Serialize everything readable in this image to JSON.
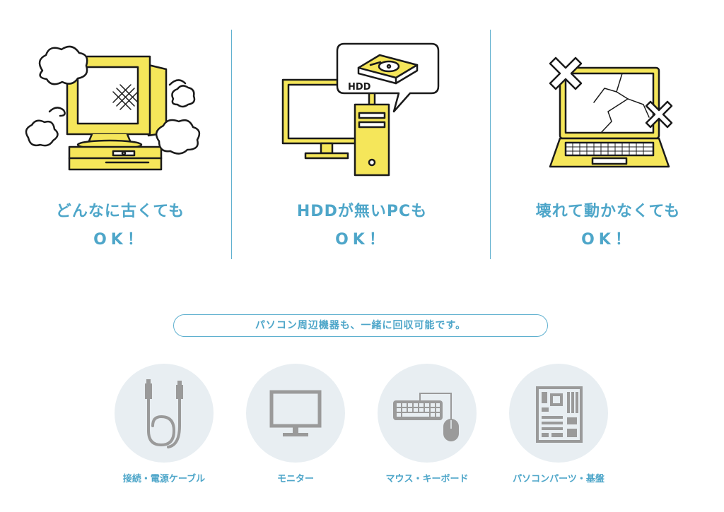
{
  "features": [
    {
      "line1": "どんなに古くても",
      "line2": "OK！"
    },
    {
      "line1": "HDDが無いPCも",
      "line2": "OK！",
      "bubble_text": "HDD"
    },
    {
      "line1": "壊れて動かなくても",
      "line2": "OK！"
    }
  ],
  "banner": "パソコン周辺機器も、一緒に回収可能です。",
  "items": [
    {
      "label": "接続・電源ケーブル",
      "icon": "cable-icon"
    },
    {
      "label": "モニター",
      "icon": "monitor-icon"
    },
    {
      "label": "マウス・キーボード",
      "icon": "keyboard-mouse-icon"
    },
    {
      "label": "パソコンパーツ・基盤",
      "icon": "motherboard-icon"
    }
  ],
  "colors": {
    "accent": "#4ea6c9",
    "yellow": "#f5e65a",
    "circle_bg": "#e8eef2",
    "icon_gray": "#9a9a9a"
  }
}
